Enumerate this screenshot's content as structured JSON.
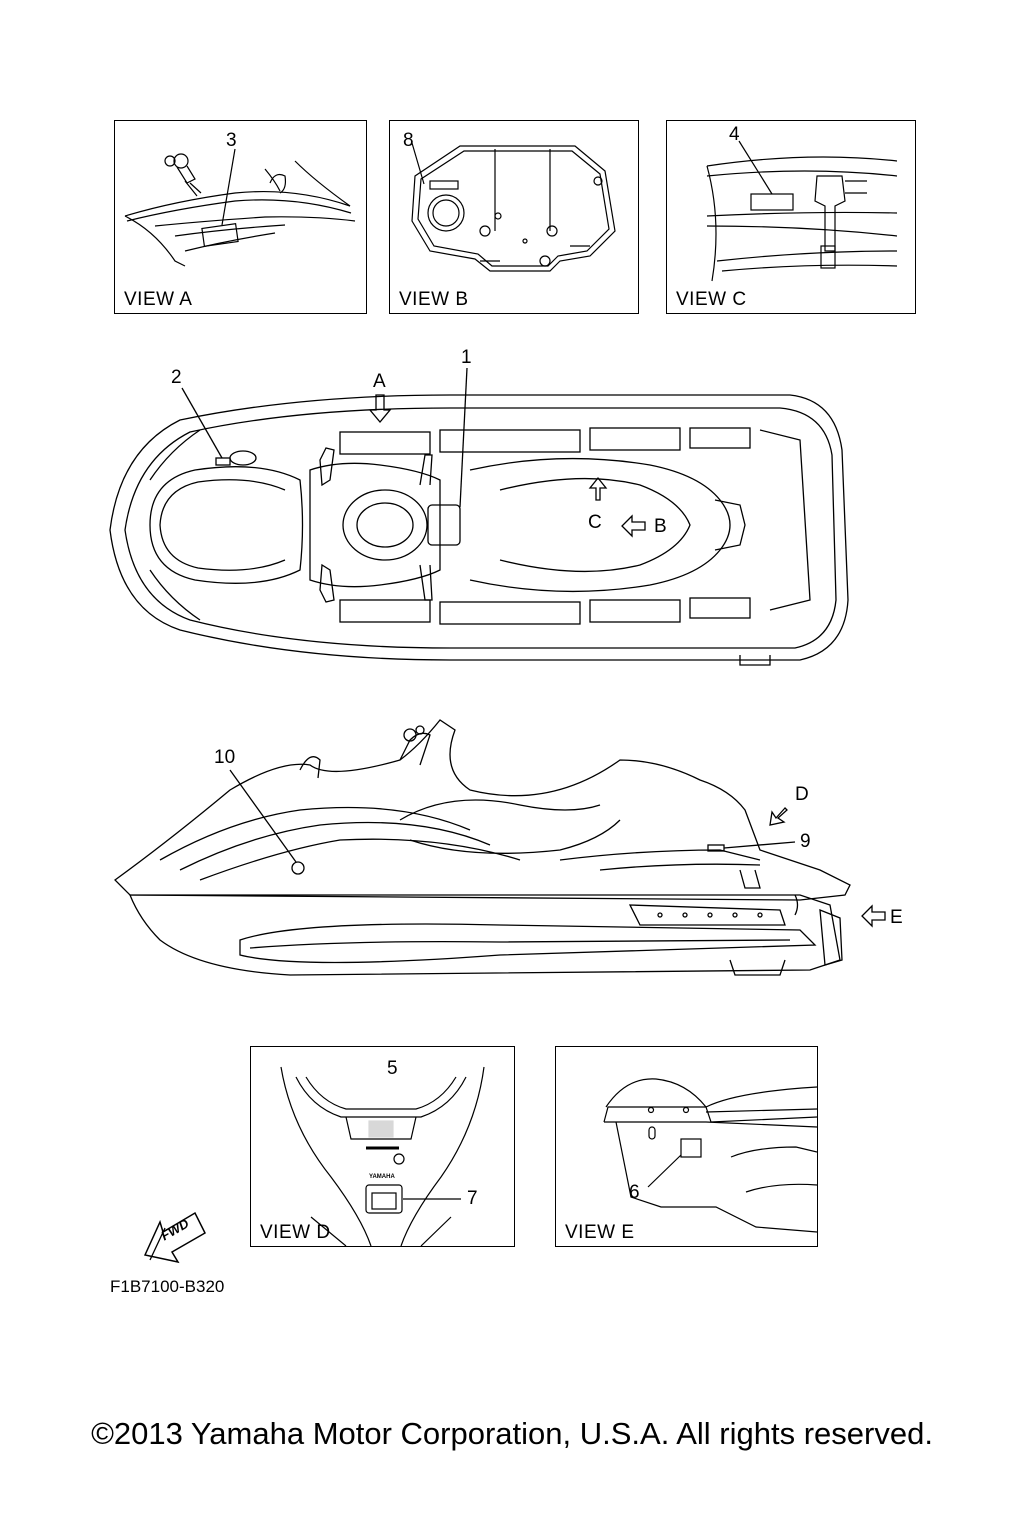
{
  "views": {
    "a": {
      "label": "VIEW A",
      "callout": "3"
    },
    "b": {
      "label": "VIEW B",
      "callout": "8"
    },
    "c": {
      "label": "VIEW C",
      "callout": "4"
    },
    "d": {
      "label": "VIEW D",
      "callouts": [
        "5",
        "7"
      ],
      "badge": "YAMAHA"
    },
    "e": {
      "label": "VIEW E",
      "callout": "6"
    }
  },
  "top_view": {
    "callouts": [
      "1",
      "2"
    ],
    "view_markers": [
      "A",
      "B",
      "C"
    ]
  },
  "side_view": {
    "callouts": [
      "10",
      "9"
    ],
    "view_markers": [
      "D",
      "E"
    ]
  },
  "fwd_label": "FWD",
  "figure_code": "F1B7100-B320",
  "copyright": "©2013 Yamaha Motor Corporation, U.S.A. All rights reserved."
}
